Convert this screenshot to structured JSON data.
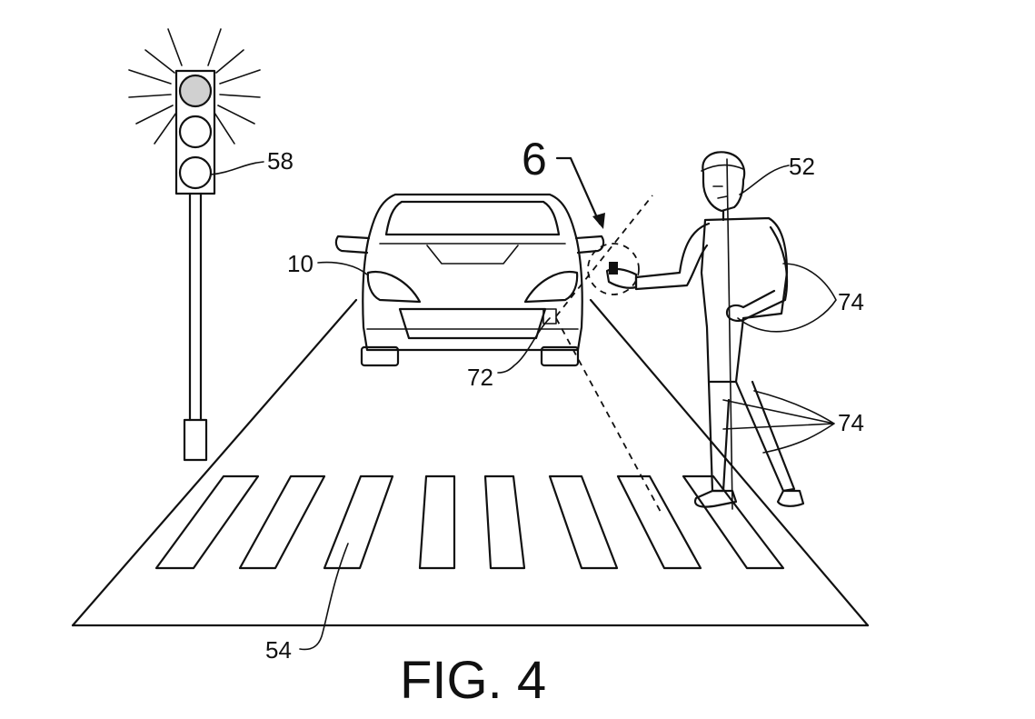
{
  "figure": {
    "caption": "FIG. 4",
    "detail_marker": "6",
    "labels": {
      "vehicle": "10",
      "pedestrian": "52",
      "crosswalk": "54",
      "traffic_signal": "58",
      "sensor": "72",
      "limb_markers_upper": "74",
      "limb_markers_lower": "74"
    }
  },
  "icons": {
    "traffic_light": "traffic-light-icon",
    "vehicle": "car-front-icon",
    "pedestrian": "person-icon"
  }
}
